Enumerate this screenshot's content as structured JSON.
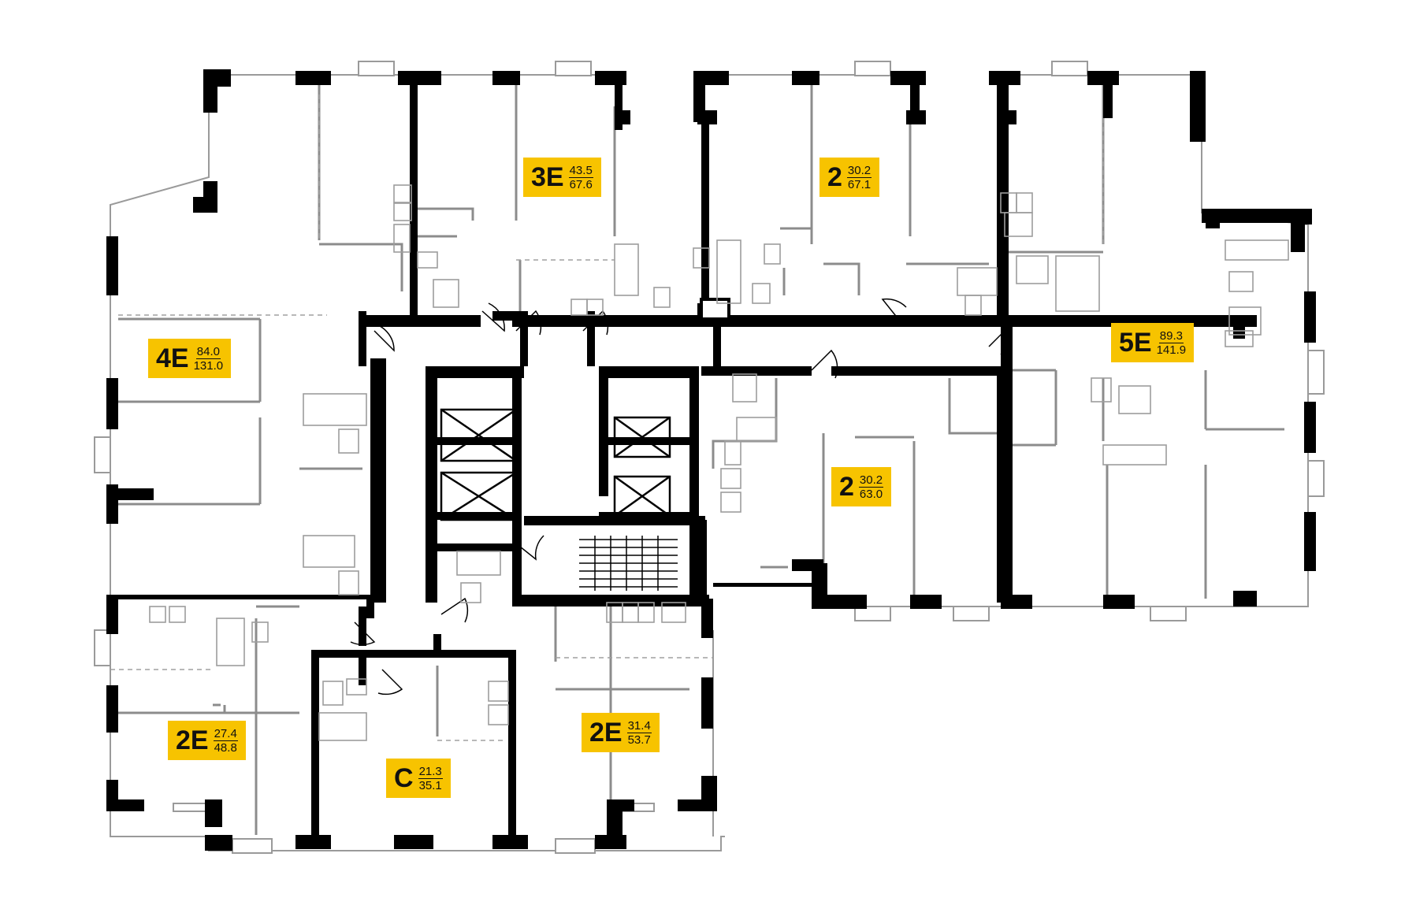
{
  "apartments": [
    {
      "id": "3E",
      "living": "43.5",
      "total": "67.6"
    },
    {
      "id": "2",
      "living": "30.2",
      "total": "67.1"
    },
    {
      "id": "4E",
      "living": "84.0",
      "total": "131.0"
    },
    {
      "id": "5E",
      "living": "89.3",
      "total": "141.9"
    },
    {
      "id": "2",
      "living": "30.2",
      "total": "63.0"
    },
    {
      "id": "2E",
      "living": "27.4",
      "total": "48.8"
    },
    {
      "id": "C",
      "living": "21.3",
      "total": "35.1"
    },
    {
      "id": "2E",
      "living": "31.4",
      "total": "53.7"
    }
  ],
  "colors": {
    "badge": "#f7c300",
    "wall": "#000000",
    "partition": "#8c8c8c",
    "fixture": "#a6a6a6"
  }
}
